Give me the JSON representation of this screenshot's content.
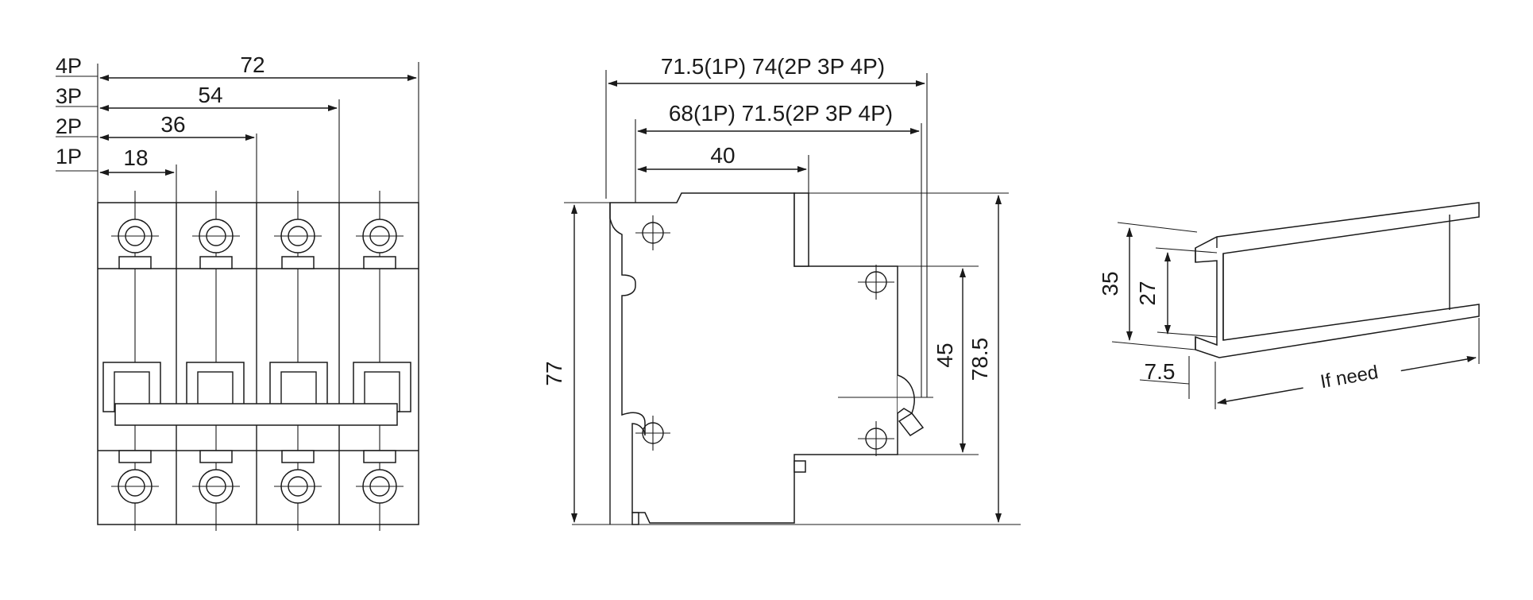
{
  "front_view": {
    "pole_labels": [
      "4P",
      "3P",
      "2P",
      "1P"
    ],
    "widths": [
      "72",
      "54",
      "36",
      "18"
    ]
  },
  "side_view": {
    "overall_depth": "71.5(1P)  74(2P 3P 4P)",
    "inner_depth": "68(1P)  71.5(2P 3P 4P)",
    "front_depth": "40",
    "height_rail": "77",
    "terminal_spacing": "45",
    "overall_height": "78.5"
  },
  "din_rail": {
    "height": "35",
    "inner_height": "27",
    "flange": "7.5",
    "length_note": "If need"
  }
}
